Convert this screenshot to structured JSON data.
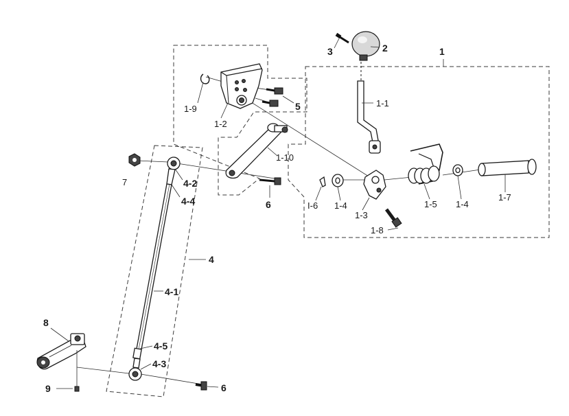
{
  "diagram": {
    "labels": {
      "l1": "1",
      "l1_1": "1-1",
      "l2": "2",
      "l3": "3",
      "l1_9": "1-9",
      "l1_2": "1-2",
      "l5": "5",
      "l1_10": "1-10",
      "l7": "7",
      "l4_2": "4-2",
      "l4_4": "4-4",
      "l6a": "6",
      "l1_6": "I-6",
      "l1_4a": "1-4",
      "l1_3": "1-3",
      "l1_8": "1-8",
      "l1_5": "1-5",
      "l1_4b": "1-4",
      "l1_7": "1-7",
      "l4": "4",
      "l4_1": "4-1",
      "l8": "8",
      "l4_5": "4-5",
      "l4_3": "4-3",
      "l9": "9",
      "l6b": "6"
    }
  }
}
